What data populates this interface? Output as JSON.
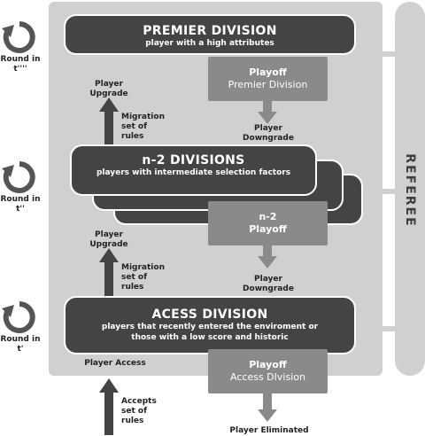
{
  "referee": "REFEREE",
  "rounds": [
    {
      "label": "Round in",
      "sub": "t''''"
    },
    {
      "label": "Round in",
      "sub": "t''"
    },
    {
      "label": "Round in",
      "sub": "t'"
    }
  ],
  "divisions": {
    "premier": {
      "title": "PREMIER DIVISION",
      "subtitle": "player with a high attributes"
    },
    "middle": {
      "title": "n-2 DIVISIONS",
      "subtitle": "players with intermediate selection factors"
    },
    "access": {
      "title": "ACESS DIVISION",
      "subtitle_line1": "players that recently entered the enviroment  or",
      "subtitle_line2": "those with a low score and historic"
    }
  },
  "playoffs": {
    "premier": {
      "line1": "Playoff",
      "line2": "Premier Division"
    },
    "middle": {
      "line1": "n-2",
      "line2": "Playoff"
    },
    "access": {
      "line1": "Playoff",
      "line2": "Access DIvision"
    }
  },
  "labels": {
    "upgrade_top_1": "Player",
    "upgrade_top_2": "Upgrade",
    "migration_top_1": "Migration",
    "migration_top_2": "set of",
    "migration_top_3": "rules",
    "downgrade_top_1": "Player",
    "downgrade_top_2": "Downgrade",
    "upgrade_mid_1": "Player",
    "upgrade_mid_2": "Upgrade",
    "migration_mid_1": "Migration",
    "migration_mid_2": "set of",
    "migration_mid_3": "rules",
    "downgrade_mid_1": "Player",
    "downgrade_mid_2": "Downgrade",
    "player_access": "Player Access",
    "accepts_1": "Accepts",
    "accepts_2": "set of",
    "accepts_3": "rules",
    "eliminated": "Player Eliminated"
  },
  "colors": {
    "panel": "#d0d0d0",
    "box": "#444444",
    "playoff": "#8a8a8a",
    "arrow_dark": "#444444",
    "arrow_light": "#8a8a8a"
  }
}
